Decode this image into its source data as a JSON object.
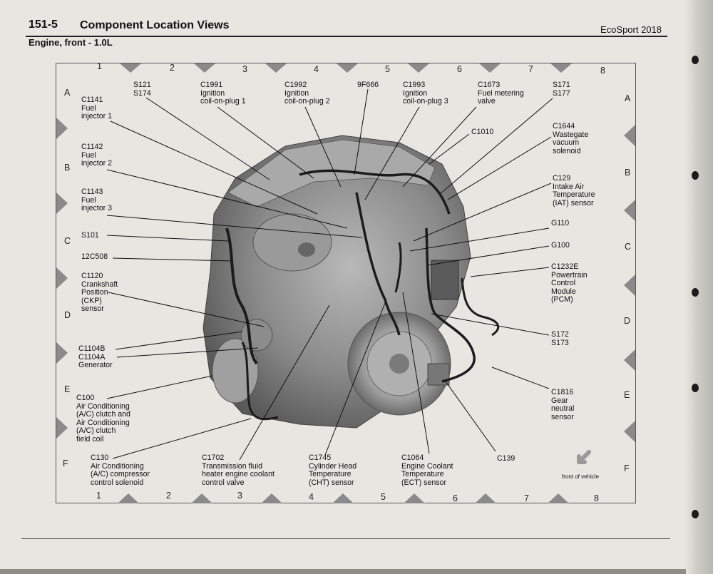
{
  "header": {
    "page_number": "151-5",
    "section_title": "Component Location Views",
    "vehicle": "EcoSport 2018",
    "view_title": "Engine, front - 1.0L"
  },
  "grid": {
    "columns": [
      "1",
      "2",
      "3",
      "4",
      "5",
      "6",
      "7",
      "8"
    ],
    "rows": [
      "A",
      "B",
      "C",
      "D",
      "E",
      "F"
    ]
  },
  "callouts": {
    "s121": "S121\nS174",
    "c1991": "C1991\nIgnition\ncoil-on-plug 1",
    "c1992": "C1992\nIgnition\ncoil-on-plug 2",
    "f9f666": "9F666",
    "c1993": "C1993\nIgnition\ncoil-on-plug 3",
    "c1673": "C1673\nFuel metering\nvalve",
    "s171": "S171\nS177",
    "c1141": "C1141\nFuel\ninjector 1",
    "c1010": "C1010",
    "c1644": "C1644\nWastegate\nvacuum\nsolenoid",
    "c1142": "C1142\nFuel\ninjector 2",
    "c129": "C129\nIntake Air\nTemperature\n(IAT) sensor",
    "c1143": "C1143\nFuel\ninjector 3",
    "s101": "S101",
    "g110": "G110",
    "c12c508": "12C508",
    "g100": "G100",
    "c1232e": "C1232E\nPowertrain\nControl\nModule\n(PCM)",
    "c1120": "C1120\nCrankshaft\nPosition\n(CKP)\nsensor",
    "s172": "S172\nS173",
    "c1104": "C1104B\nC1104A\nGenerator",
    "c100": "C100\nAir Conditioning\n(A/C) clutch and\nAir Conditioning\n(A/C) clutch\nfield coil",
    "c1816": "C1816\nGear\nneutral\nsensor",
    "c139": "C139",
    "c130": "C130\nAir Conditioning\n(A/C) compressor\ncontrol solenoid",
    "c1702": "C1702\nTransmission fluid\nheater engine coolant\ncontrol valve",
    "c1745": "C1745\nCylinder Head\nTemperature\n(CHT) sensor",
    "c1064": "C1064\nEngine Coolant\nTemperature\n(ECT) sensor"
  },
  "front_of_vehicle": "front of vehicle",
  "icons": {
    "direction": "arrow-down-left-icon"
  }
}
